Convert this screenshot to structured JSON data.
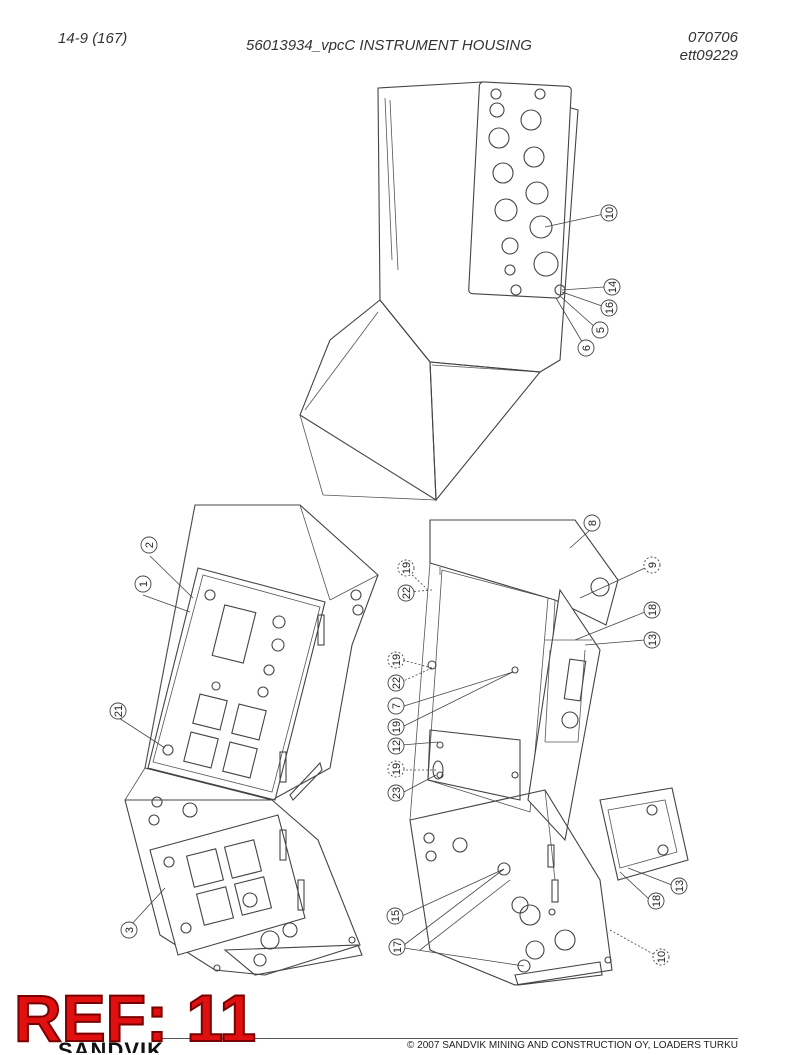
{
  "header": {
    "page_number": "14-9 (167)",
    "title": "56013934_vpcC INSTRUMENT HOUSING",
    "date_code": "070706",
    "drawing_code": "ett09229"
  },
  "callouts": {
    "top_assembly": [
      "10",
      "14",
      "16",
      "5",
      "6"
    ],
    "left_housing": [
      "2",
      "1",
      "21",
      "3"
    ],
    "right_housing": [
      "8",
      "9",
      "19",
      "22",
      "18",
      "13",
      "19",
      "22",
      "7",
      "19",
      "12",
      "19",
      "23",
      "15",
      "17",
      "18",
      "13",
      "10"
    ]
  },
  "stamp": "REF: 11",
  "logo": "SANDVIK",
  "footer": {
    "copyright": "© 2007 SANDVIK MINING AND CONSTRUCTION OY, LOADERS TURKU"
  }
}
